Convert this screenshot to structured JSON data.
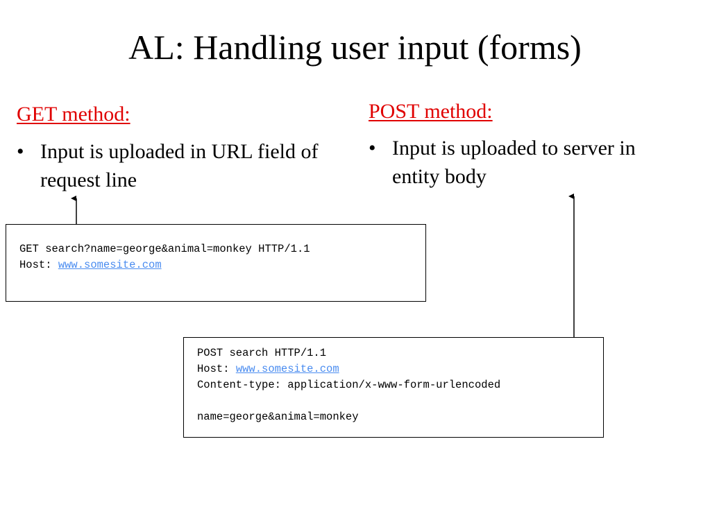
{
  "slide": {
    "title": "AL: Handling user input (forms)"
  },
  "get_column": {
    "heading": "GET method:",
    "bullet": "Input is uploaded in URL field of request line"
  },
  "post_column": {
    "heading": "POST method:",
    "bullet": "Input is uploaded to server in entity body"
  },
  "get_request": {
    "request_line": "GET search?name=george&animal=monkey HTTP/1.1",
    "host_label": "Host: ",
    "host_link": "www.somesite.com"
  },
  "post_request": {
    "request_line": "POST search HTTP/1.1",
    "host_label": "Host: ",
    "host_link": "www.somesite.com",
    "content_type": "Content-type: application/x-www-form-urlencoded",
    "body": "name=george&animal=monkey"
  },
  "colors": {
    "heading": "#e00000",
    "link": "#4a8cf0"
  }
}
